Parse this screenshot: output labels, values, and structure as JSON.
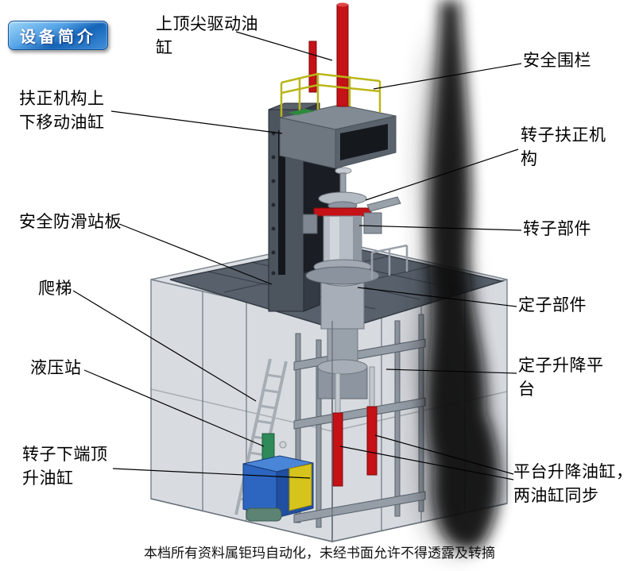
{
  "badge": {
    "label": "设备简介"
  },
  "labels": {
    "top_cylinder": "上顶尖驱动油缸",
    "safety_fence": "安全围栏",
    "centering_cylinder": "扶正机构上下移动油缸",
    "rotor_centering": "转子扶正机构",
    "anti_slip_platform": "安全防滑站板",
    "rotor_part": "转子部件",
    "ladder": "爬梯",
    "stator_part": "定子部件",
    "hydraulic_station": "液压站",
    "stator_lift_platform": "定子升降平台",
    "rotor_bottom_cylinder": "转子下端顶升油缸",
    "platform_lift_cylinder": "平台升降油缸，两油缸同步"
  },
  "footer": {
    "text": "本档所有资料属钜玛自动化，未经书面允许不得透露及转摘"
  },
  "colors": {
    "badge_blue": "#2b7fd4",
    "cylinder_red": "#c41216",
    "railing_yellow": "#b9b618",
    "hydraulic_blue": "#2d66c0",
    "steel_gray": "#4c545e",
    "floor_gray": "#57606b"
  }
}
